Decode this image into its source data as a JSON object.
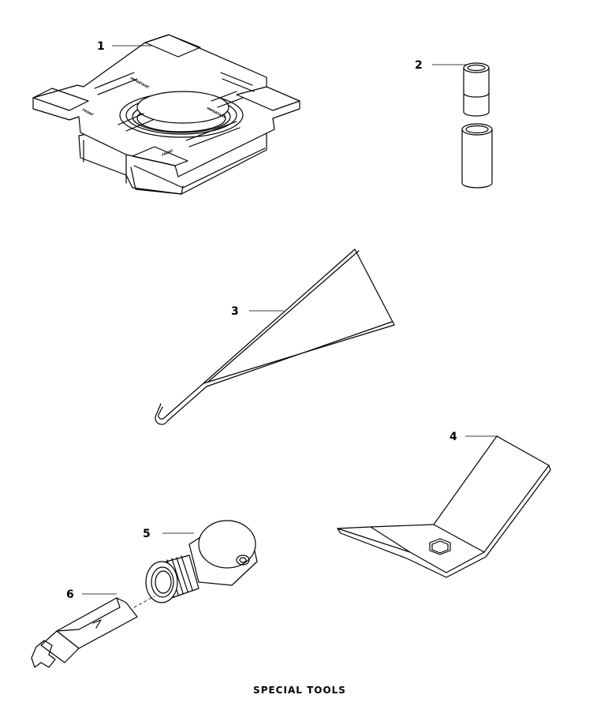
{
  "caption": "SPECIAL TOOLS",
  "callouts": [
    {
      "id": "1",
      "label": "1"
    },
    {
      "id": "2",
      "label": "2"
    },
    {
      "id": "3",
      "label": "3"
    },
    {
      "id": "4",
      "label": "4"
    },
    {
      "id": "5",
      "label": "5"
    },
    {
      "id": "6",
      "label": "6"
    }
  ],
  "gauge_text": {
    "important_a": "IMPORTANT",
    "important_b": "IMPORTANT",
    "front_a": "FRONT",
    "front_b": "FRONT"
  }
}
